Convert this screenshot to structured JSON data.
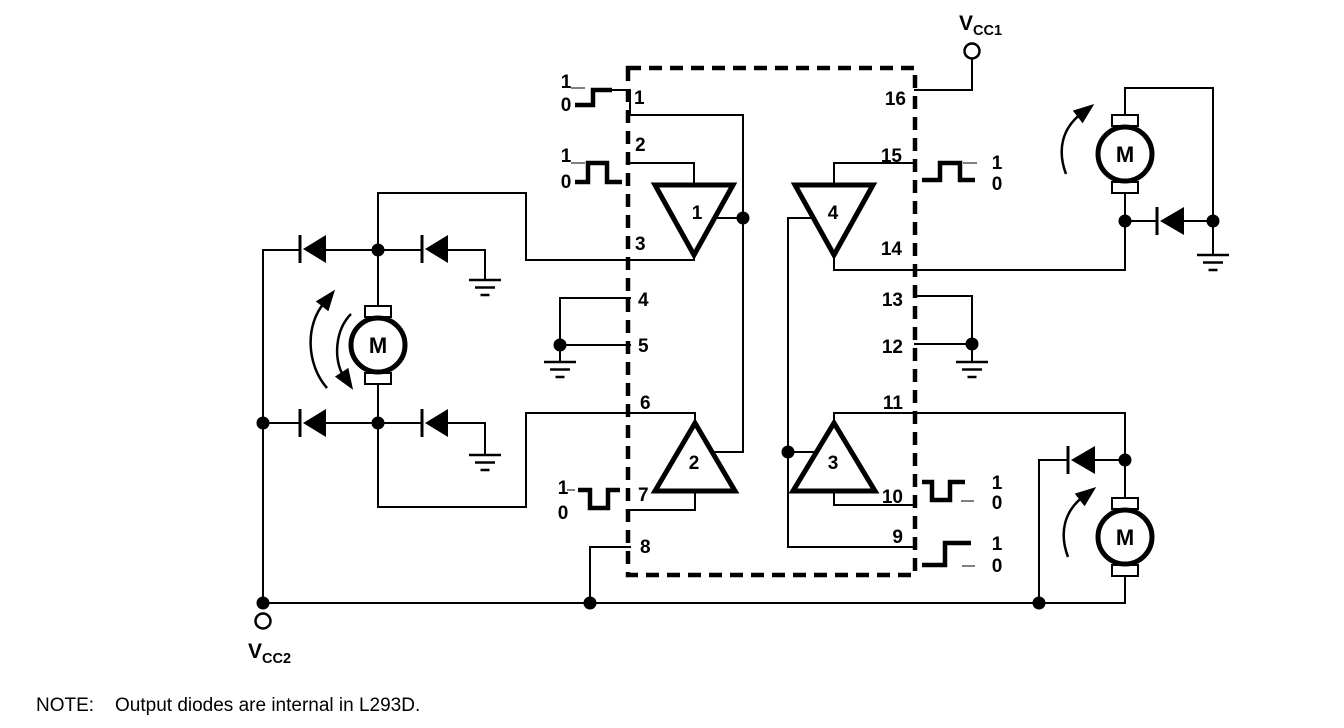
{
  "power": {
    "vcc1_main": "V",
    "vcc1_sub": "CC1",
    "vcc2_main": "V",
    "vcc2_sub": "CC2"
  },
  "ic": {
    "pins": {
      "p1": "1",
      "p2": "2",
      "p3": "3",
      "p4": "4",
      "p5": "5",
      "p6": "6",
      "p7": "7",
      "p8": "8",
      "p9": "9",
      "p10": "10",
      "p11": "11",
      "p12": "12",
      "p13": "13",
      "p14": "14",
      "p15": "15",
      "p16": "16"
    },
    "drivers": {
      "d1": "1",
      "d2": "2",
      "d3": "3",
      "d4": "4"
    }
  },
  "motor_label": "M",
  "logic": {
    "high": "1",
    "low": "0"
  },
  "note": {
    "prefix": "NOTE:",
    "text": "Output diodes are internal in L293D."
  },
  "colors": {
    "ink": "#000000",
    "reference_dash": "#808080",
    "background": "#ffffff"
  }
}
